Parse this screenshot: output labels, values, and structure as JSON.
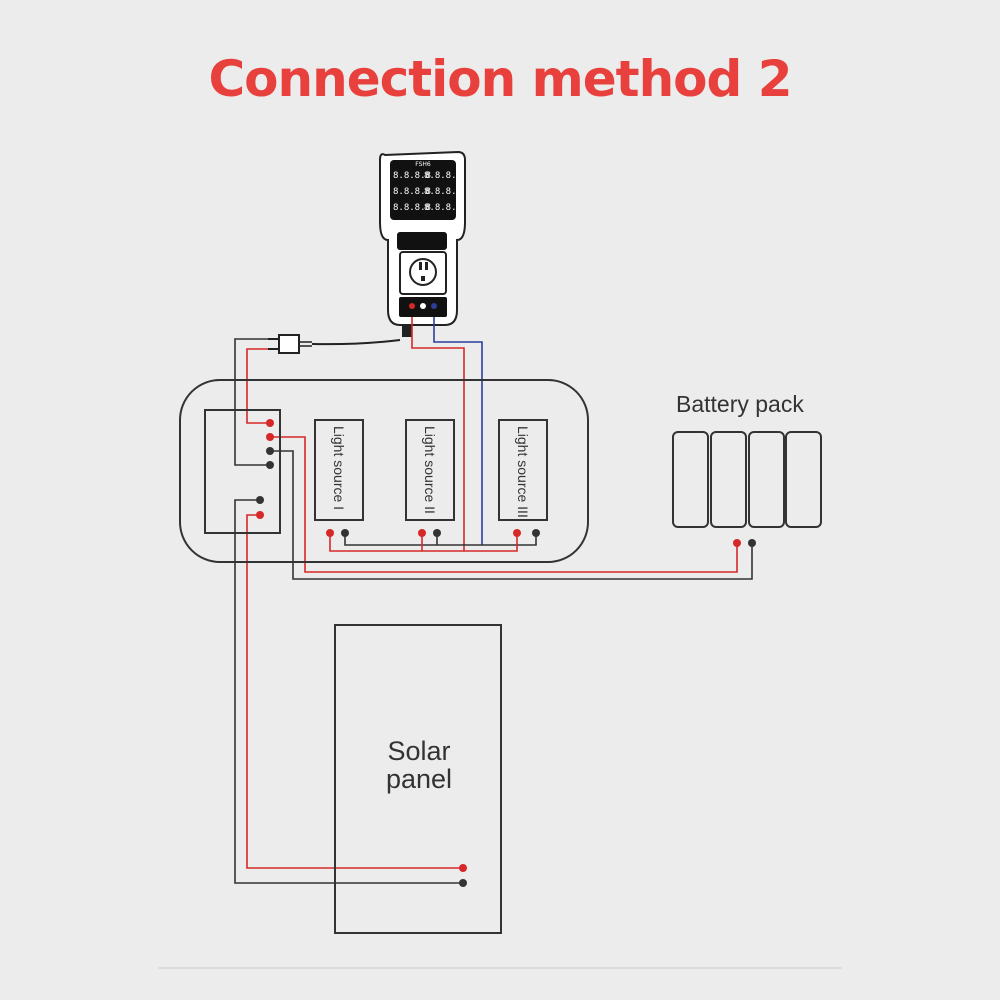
{
  "title": "Connection method 2",
  "meter": {
    "brand": "FSH6",
    "digits": "8.8.8.8"
  },
  "light_sources": [
    {
      "label": "Light source I"
    },
    {
      "label": "Light source II"
    },
    {
      "label": "Light source III"
    }
  ],
  "battery": {
    "label": "Battery pack"
  },
  "solar": {
    "line1": "Solar",
    "line2": "panel"
  },
  "colors": {
    "title": "#e8403c",
    "positive": "#d62828",
    "negative": "#333333",
    "signal": "#2b3f9c",
    "background": "#ececec"
  }
}
